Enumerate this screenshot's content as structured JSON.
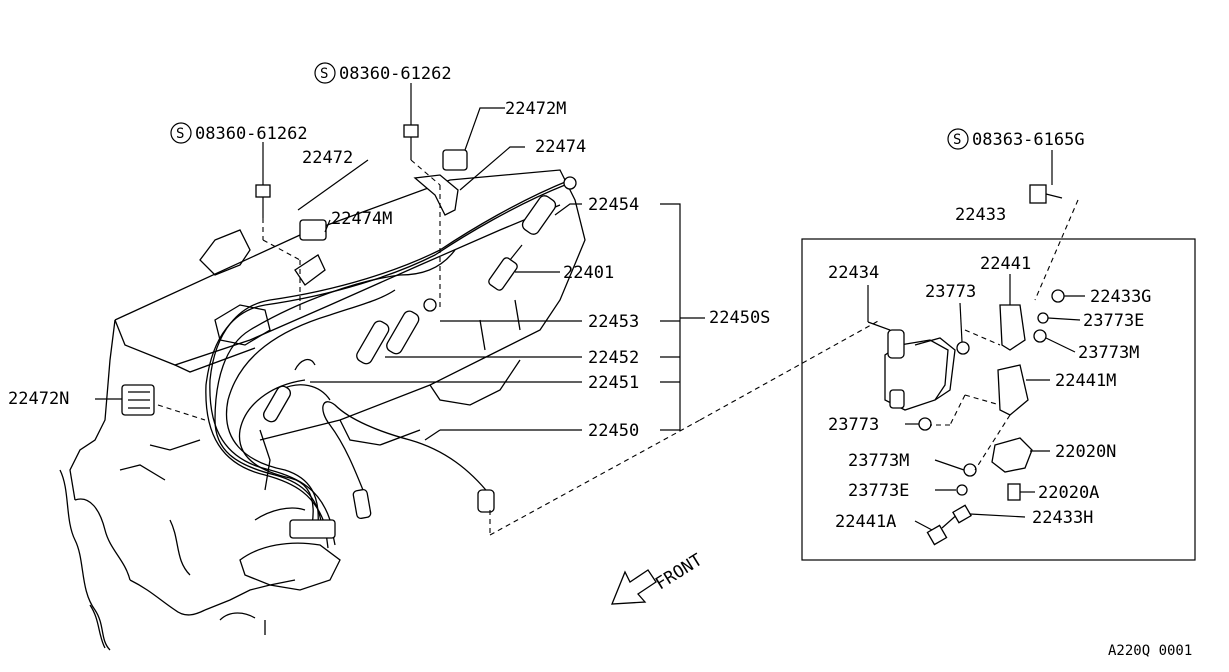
{
  "labels": {
    "screw_top": "08360-61262",
    "screw_left": "08360-61262",
    "screw_right": "08363-6165G",
    "p22472M": "22472M",
    "p22472": "22472",
    "p22474": "22474",
    "p22474M": "22474M",
    "p22454": "22454",
    "p22401": "22401",
    "p22453": "22453",
    "p22450S": "22450S",
    "p22452": "22452",
    "p22451": "22451",
    "p22472N": "22472N",
    "p22450": "22450",
    "p22433": "22433",
    "p22434": "22434",
    "p22441": "22441",
    "p23773_a": "23773",
    "p22433G": "22433G",
    "p23773E_a": "23773E",
    "p23773M_a": "23773M",
    "p22441M": "22441M",
    "p23773_b": "23773",
    "p22020N": "22020N",
    "p23773M_b": "23773M",
    "p23773E_b": "23773E",
    "p22020A": "22020A",
    "p22441A": "22441A",
    "p22433H": "22433H",
    "front": "FRONT",
    "s_symbol": "S"
  },
  "diagram_code": "A220Q 0001"
}
